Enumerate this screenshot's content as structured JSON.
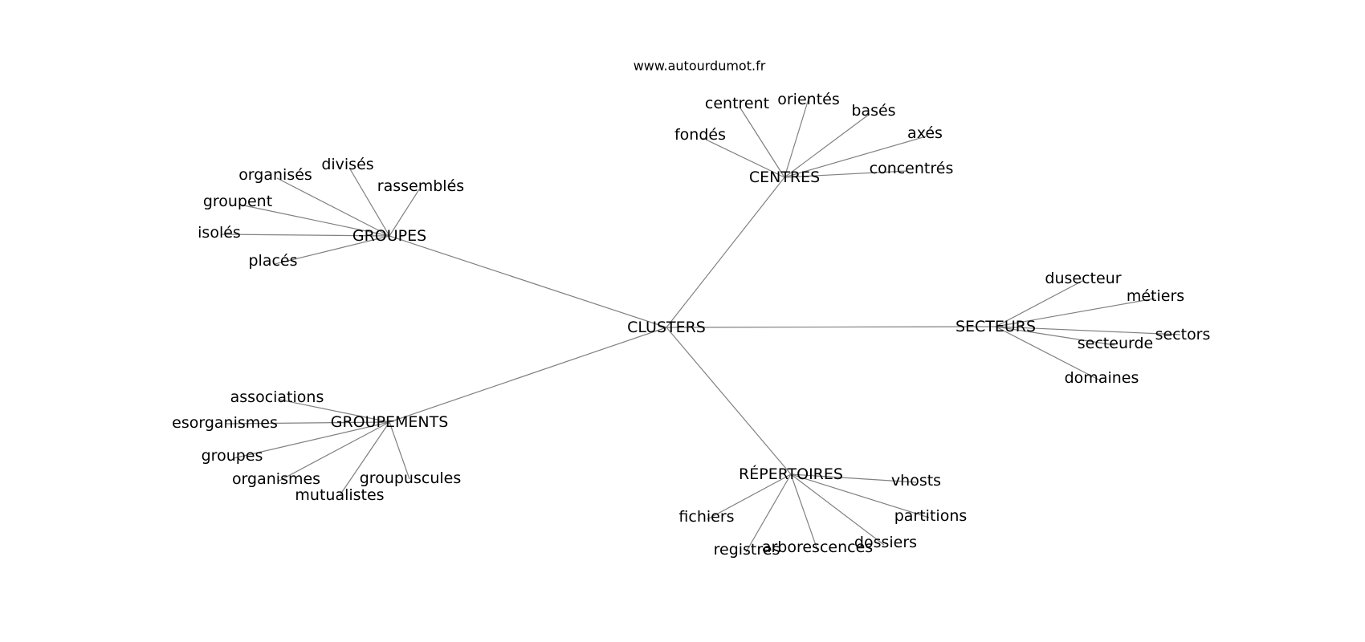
{
  "watermark": "www.autourdumot.fr",
  "diagram": {
    "root": "CLUSTERS",
    "groups": {
      "centres": {
        "label": "CENTRES",
        "leaves": [
          "centrent",
          "orientés",
          "basés",
          "fondés",
          "axés",
          "concentrés"
        ]
      },
      "groupes": {
        "label": "GROUPES",
        "leaves": [
          "organisés",
          "divisés",
          "rassemblés",
          "groupent",
          "isolés",
          "placés"
        ]
      },
      "secteurs": {
        "label": "SECTEURS",
        "leaves": [
          "dusecteur",
          "métiers",
          "sectors",
          "secteurde",
          "domaines"
        ]
      },
      "groupements": {
        "label": "GROUPEMENTS",
        "leaves": [
          "associations",
          "esorganismes",
          "groupes",
          "organismes",
          "groupuscules",
          "mutualistes"
        ]
      },
      "repertoires": {
        "label": "RÉPERTOIRES",
        "leaves": [
          "vhosts",
          "fichiers",
          "partitions",
          "dossiers",
          "registres",
          "arborescences"
        ]
      }
    }
  }
}
